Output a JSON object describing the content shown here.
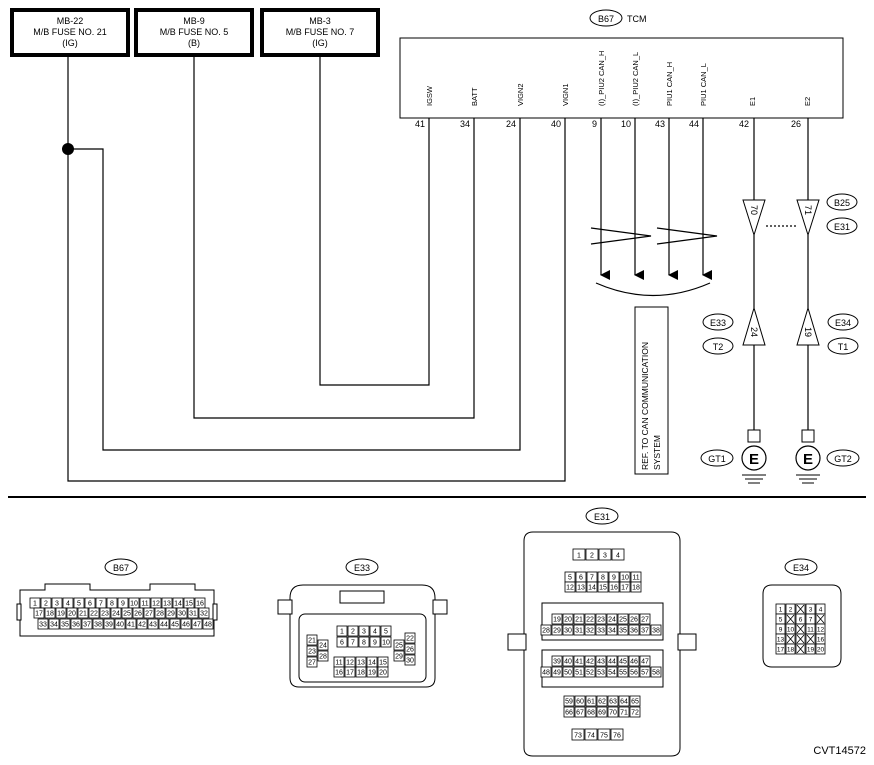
{
  "fuses": [
    {
      "id": "MB-22",
      "line1": "M/B FUSE NO. 21",
      "line2": "(IG)"
    },
    {
      "id": "MB-9",
      "line1": "M/B FUSE NO. 5",
      "line2": "(B)"
    },
    {
      "id": "MB-3",
      "line1": "M/B FUSE NO. 7",
      "line2": "(IG)"
    }
  ],
  "tcm": {
    "connector": "B67",
    "name": "TCM",
    "pins": [
      {
        "signal": "IGSW",
        "pin": "41"
      },
      {
        "signal": "BATT",
        "pin": "34"
      },
      {
        "signal": "VIGN2",
        "pin": "24"
      },
      {
        "signal": "VIGN1",
        "pin": "40"
      },
      {
        "signal": "(I)_PIU2 CAN_H",
        "pin": "9"
      },
      {
        "signal": "(I)_PIU2 CAN_L",
        "pin": "10"
      },
      {
        "signal": "PIU1 CAN_H",
        "pin": "43"
      },
      {
        "signal": "PIU1 CAN_L",
        "pin": "44"
      },
      {
        "signal": "E1",
        "pin": "42"
      },
      {
        "signal": "E2",
        "pin": "26"
      }
    ]
  },
  "junction": {
    "left_pin": "70",
    "right_pin": "71",
    "label1": "B25",
    "label2": "E31"
  },
  "lower_conn": {
    "left_pin": "24",
    "right_pin": "19",
    "left_labels": [
      "E33",
      "T2"
    ],
    "right_labels": [
      "E34",
      "T1"
    ]
  },
  "grounds": [
    {
      "symbol": "E",
      "label": "GT1"
    },
    {
      "symbol": "E",
      "label": "GT2"
    }
  ],
  "ref_note": [
    "REF. TO CAN COMMUNICATION",
    "SYSTEM"
  ],
  "connector_views": {
    "b67": {
      "label": "B67",
      "row1": [
        "1",
        "2",
        "3",
        "4",
        "5",
        "6",
        "7",
        "8",
        "9",
        "10",
        "11",
        "12",
        "13",
        "14",
        "15",
        "16"
      ],
      "row2": [
        "17",
        "18",
        "19",
        "20",
        "21",
        "22",
        "23",
        "24",
        "25",
        "26",
        "27",
        "28",
        "29",
        "30",
        "31",
        "32"
      ],
      "row3": [
        "33",
        "34",
        "35",
        "36",
        "37",
        "38",
        "39",
        "40",
        "41",
        "42",
        "43",
        "44",
        "45",
        "46",
        "47",
        "48"
      ]
    },
    "e33": {
      "label": "E33",
      "top": [
        "1",
        "2",
        "3",
        "4",
        "5"
      ],
      "mid": [
        "6",
        "7",
        "8",
        "9",
        "10"
      ],
      "row3": [
        "11",
        "12",
        "13",
        "14",
        "15"
      ],
      "row4": [
        "16",
        "17",
        "18",
        "19",
        "20"
      ],
      "left": [
        "21",
        "23",
        "27"
      ],
      "left2": [
        "24",
        "28"
      ],
      "right": [
        "22",
        "26",
        "30"
      ],
      "right2": [
        "25",
        "29"
      ]
    },
    "e31": {
      "label": "E31",
      "r1": [
        "1",
        "2",
        "3",
        "4"
      ],
      "r2": [
        "5",
        "6",
        "7",
        "8",
        "9",
        "10",
        "11"
      ],
      "r3": [
        "12",
        "13",
        "14",
        "15",
        "16",
        "17",
        "18"
      ],
      "r4": [
        "19",
        "20",
        "21",
        "22",
        "23",
        "24",
        "25",
        "26",
        "27"
      ],
      "r5": [
        "28",
        "29",
        "30",
        "31",
        "32",
        "33",
        "34",
        "35",
        "36",
        "37",
        "38"
      ],
      "r6": [
        "39",
        "40",
        "41",
        "42",
        "43",
        "44",
        "45",
        "46",
        "47"
      ],
      "r7": [
        "48",
        "49",
        "50",
        "51",
        "52",
        "53",
        "54",
        "55",
        "56",
        "57",
        "58"
      ],
      "r8": [
        "59",
        "60",
        "61",
        "62",
        "63",
        "64",
        "65"
      ],
      "r9": [
        "66",
        "67",
        "68",
        "69",
        "70",
        "71",
        "72"
      ],
      "r10": [
        "73",
        "74",
        "75",
        "76"
      ]
    },
    "e34": {
      "label": "E34",
      "cells": [
        "1",
        "2",
        "",
        "3",
        "4",
        "5",
        "",
        "6",
        "7",
        "",
        "9",
        "10",
        "",
        "11",
        "12",
        "13",
        "",
        "",
        "",
        "16",
        "17",
        "18",
        "",
        "19",
        "20"
      ]
    }
  },
  "code": "CVT14572"
}
